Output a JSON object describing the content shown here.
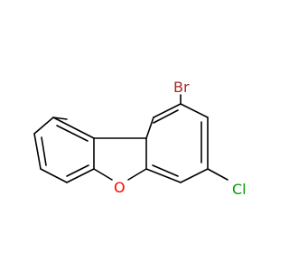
{
  "molecule": {
    "atoms": {
      "bromine": {
        "symbol": "Br",
        "color": "#A52A2A"
      },
      "chlorine": {
        "symbol": "Cl",
        "color": "#00A000"
      },
      "oxygen": {
        "symbol": "O",
        "color": "#FF0000"
      }
    },
    "colors": {
      "bond": "#000000",
      "background": "#FFFFFF"
    }
  }
}
